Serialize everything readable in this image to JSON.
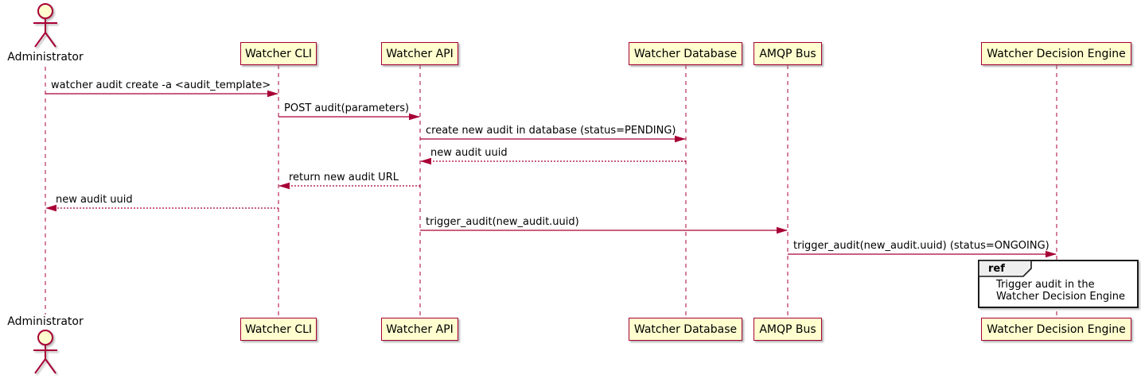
{
  "colors": {
    "accent": "#A80036",
    "participant_fill": "#FEFECE",
    "text": "#000000",
    "ref_header_fill": "#EEEEEE",
    "ref_border": "#1a1a1a",
    "background": "#FFFFFF"
  },
  "actor": {
    "label": "Administrator"
  },
  "participants": [
    {
      "label": "Watcher CLI"
    },
    {
      "label": "Watcher API"
    },
    {
      "label": "Watcher Database"
    },
    {
      "label": "AMQP Bus"
    },
    {
      "label": "Watcher Decision Engine"
    }
  ],
  "messages": [
    {
      "from": "Administrator",
      "to": "Watcher CLI",
      "line": "solid",
      "label": "watcher audit create -a <audit_template>"
    },
    {
      "from": "Watcher CLI",
      "to": "Watcher API",
      "line": "solid",
      "label": "POST audit(parameters)"
    },
    {
      "from": "Watcher API",
      "to": "Watcher Database",
      "line": "solid",
      "label": "create new audit in database (status=PENDING)"
    },
    {
      "from": "Watcher Database",
      "to": "Watcher API",
      "line": "dashed",
      "label": "new audit uuid"
    },
    {
      "from": "Watcher API",
      "to": "Watcher CLI",
      "line": "dashed",
      "label": "return new audit URL"
    },
    {
      "from": "Watcher CLI",
      "to": "Administrator",
      "line": "dashed",
      "label": "new audit uuid"
    },
    {
      "from": "Watcher API",
      "to": "AMQP Bus",
      "line": "solid",
      "label": "trigger_audit(new_audit.uuid)"
    },
    {
      "from": "AMQP Bus",
      "to": "Watcher Decision Engine",
      "line": "solid",
      "label": "trigger_audit(new_audit.uuid) (status=ONGOING)"
    }
  ],
  "ref_fragment": {
    "keyword": "ref",
    "line1": "Trigger audit in the",
    "line2": "Watcher Decision Engine"
  }
}
